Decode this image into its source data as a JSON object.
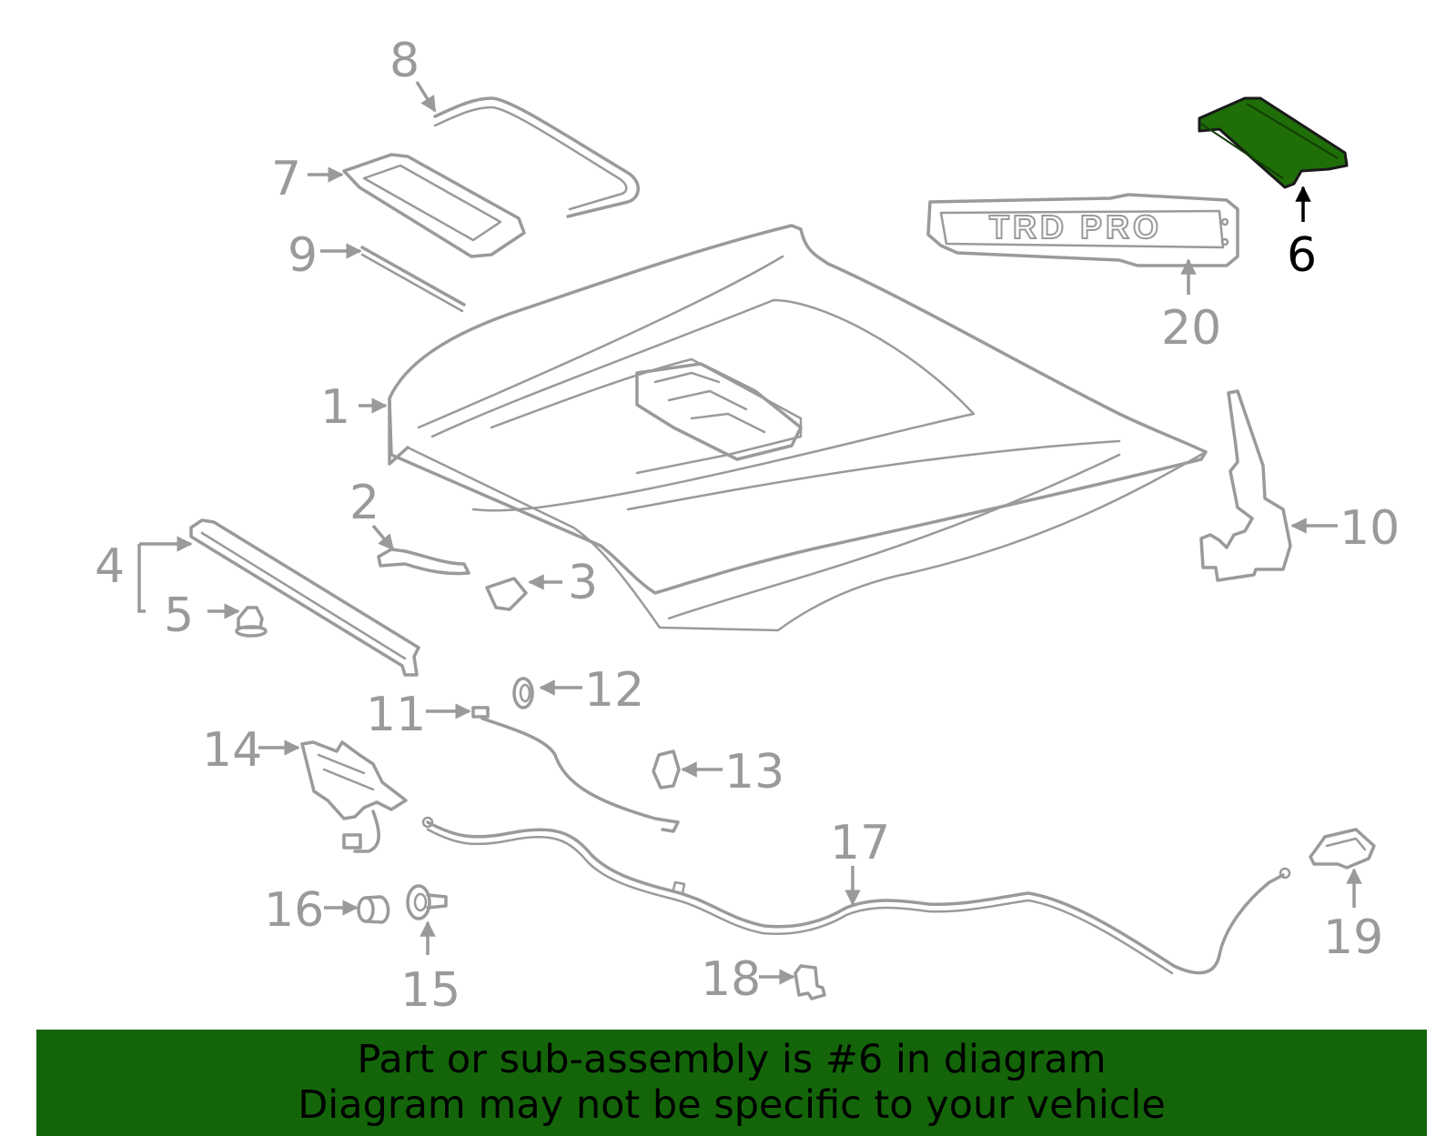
{
  "colors": {
    "highlight": "#1f6e08",
    "banner": "#14650a",
    "part_stroke": "#9a9a9a",
    "highlight_label": "#000000"
  },
  "callouts": {
    "c1": "1",
    "c2": "2",
    "c3": "3",
    "c4": "4",
    "c5": "5",
    "c6": "6",
    "c7": "7",
    "c8": "8",
    "c9": "9",
    "c10": "10",
    "c11": "11",
    "c12": "12",
    "c13": "13",
    "c14": "14",
    "c15": "15",
    "c16": "16",
    "c17": "17",
    "c18": "18",
    "c19": "19",
    "c20": "20"
  },
  "emblem_text": "TRD PRO",
  "highlighted_part": "6",
  "banner": {
    "line1": "Part or sub-assembly is #6 in diagram",
    "line2": "Diagram may not be specific to your vehicle"
  }
}
